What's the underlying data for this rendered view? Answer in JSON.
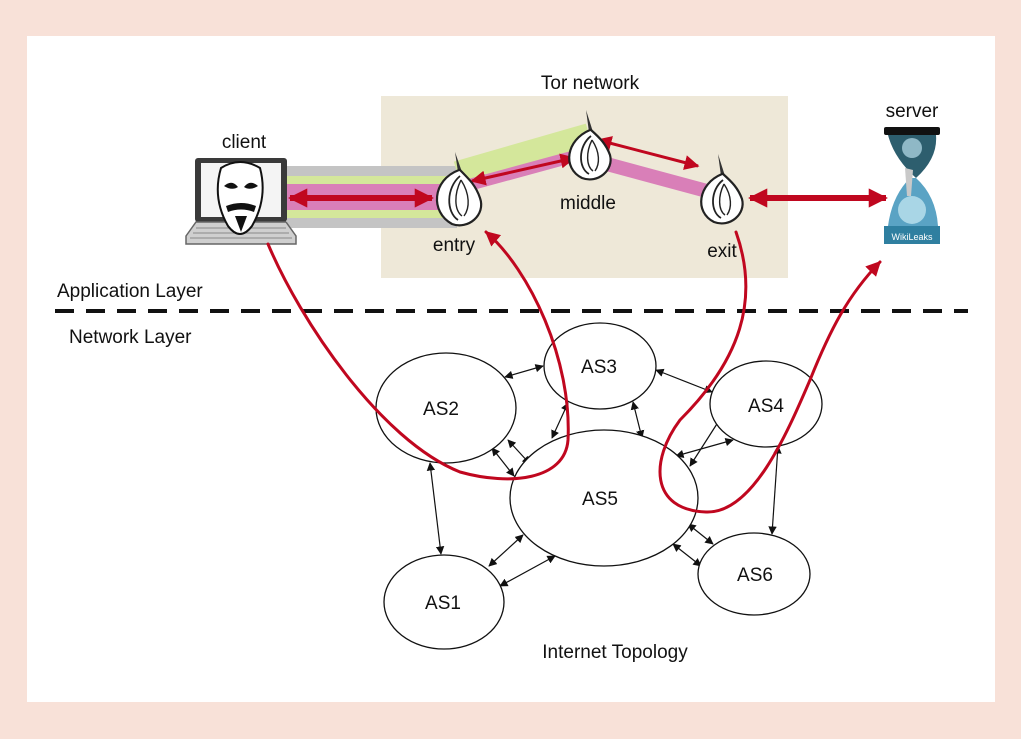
{
  "tor_network": {
    "title": "Tor network",
    "relays": {
      "entry": "entry",
      "middle": "middle",
      "exit": "exit"
    }
  },
  "endpoints": {
    "client": "client",
    "server": "server",
    "server_logo_text": "WikiLeaks"
  },
  "layers": {
    "application": "Application Layer",
    "network": "Network Layer"
  },
  "topology": {
    "caption": "Internet Topology",
    "nodes": {
      "as1": "AS1",
      "as2": "AS2",
      "as3": "AS3",
      "as4": "AS4",
      "as5": "AS5",
      "as6": "AS6"
    }
  },
  "colors": {
    "page_background": "#f8e1d8",
    "tor_area": "#eee8d8",
    "circuit_arrow": "#c0071f",
    "tunnel_pink": "#d97fb8",
    "tunnel_green": "#d4e79b",
    "tunnel_gray": "#c4c4c4"
  }
}
